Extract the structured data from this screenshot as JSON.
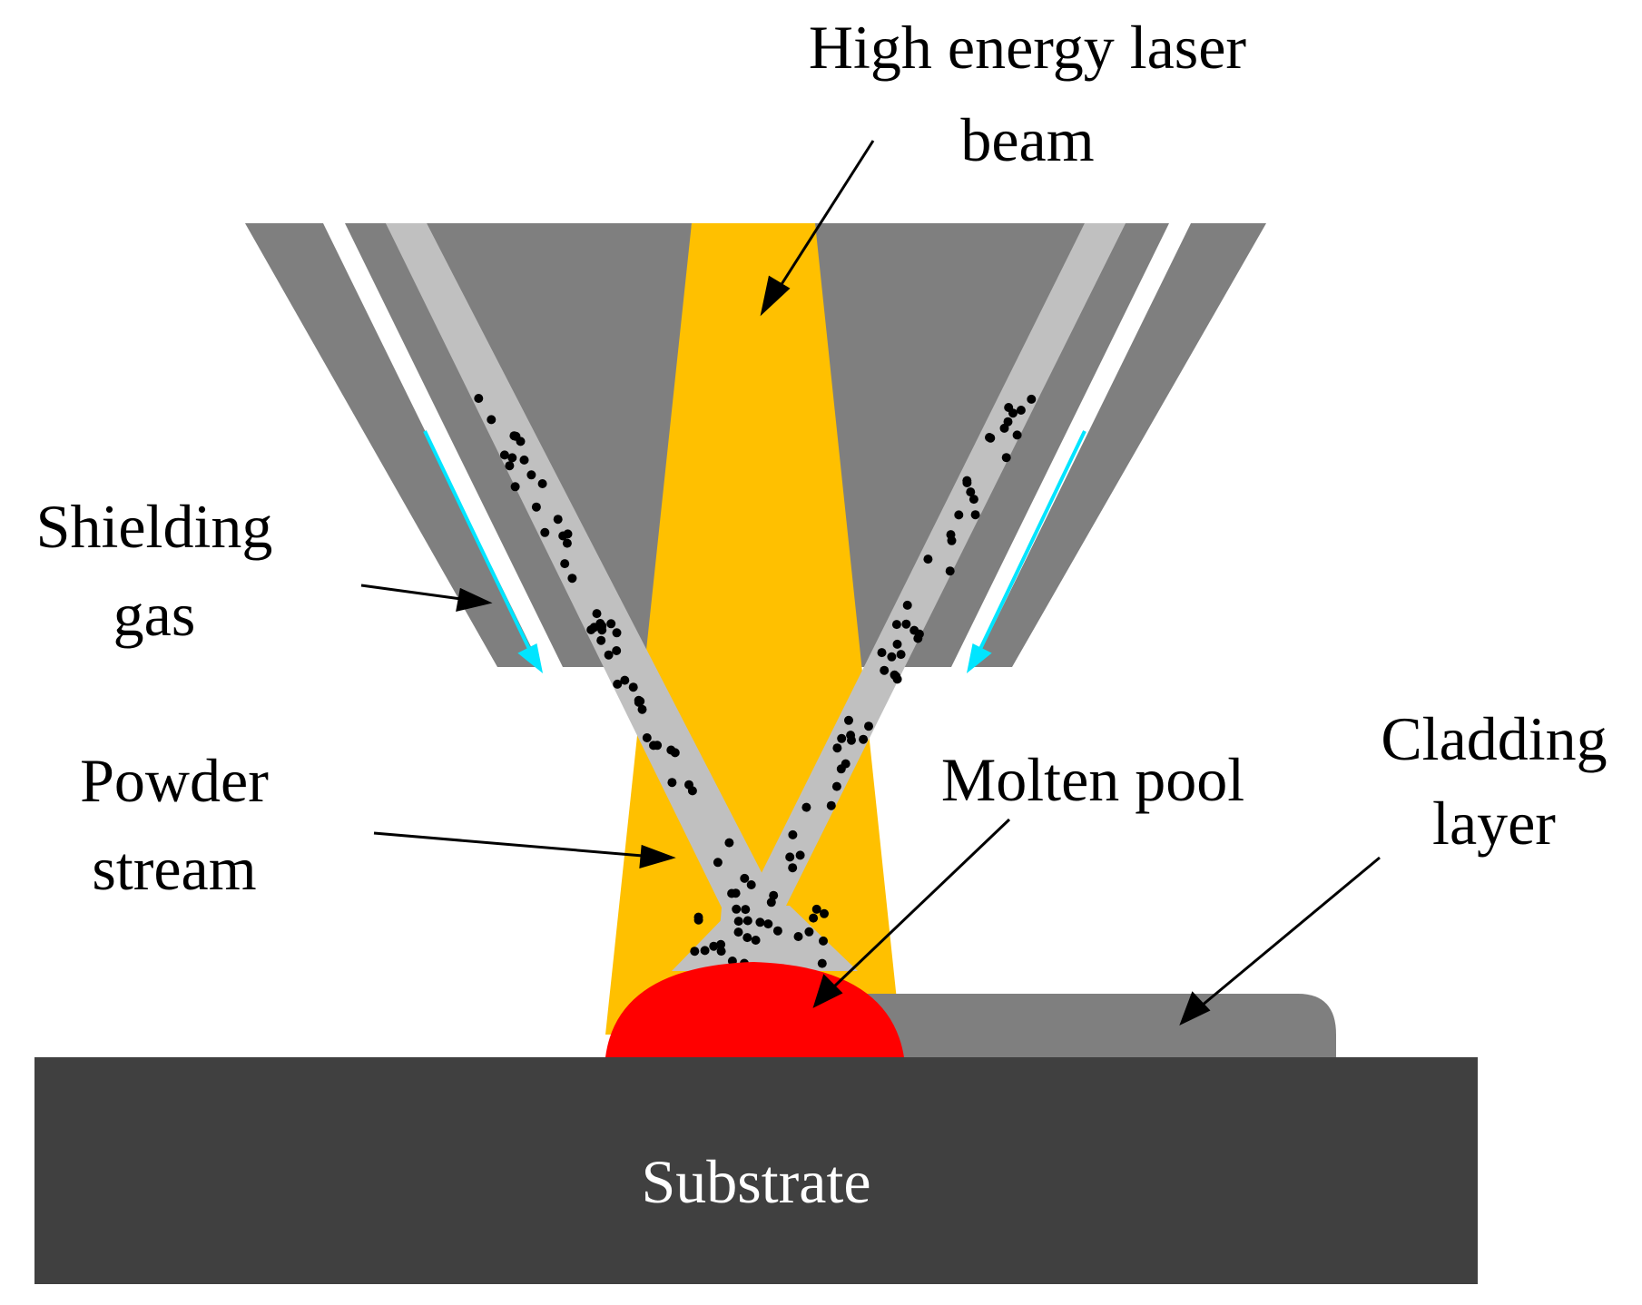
{
  "labels": {
    "laser_line1": "High energy laser",
    "laser_line2": "beam",
    "shielding_line1": "Shielding",
    "shielding_line2": "gas",
    "powder_line1": "Powder",
    "powder_line2": "stream",
    "molten_pool": "Molten pool",
    "cladding_line1": "Cladding",
    "cladding_line2": "layer",
    "substrate": "Substrate"
  },
  "colors": {
    "nozzle": "#7f7f7f",
    "powder_channel": "#c0c0c0",
    "laser": "#ffc000",
    "molten_pool": "#ff0000",
    "cladding": "#7f7f7f",
    "substrate": "#404040",
    "gas_arrow": "#00e5ff",
    "particles": "#000000"
  }
}
